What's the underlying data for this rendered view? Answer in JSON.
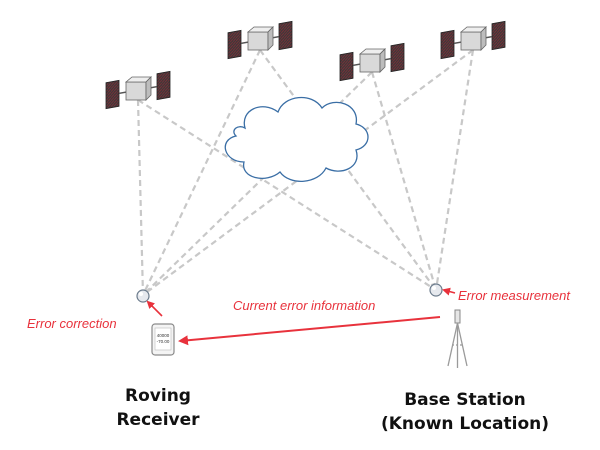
{
  "labels": {
    "error_correction": "Error correction",
    "current_error_information": "Current error information",
    "error_measurement": "Error measurement",
    "roving_line1": "Roving",
    "roving_line2": "Receiver",
    "base_line1": "Base Station",
    "base_line2": "(Known Location)"
  },
  "device_screen": {
    "line1": "40000",
    "line2": "-70.00"
  },
  "colors": {
    "annotation": "#e8323c",
    "link": "#c8c8c8",
    "cloud_stroke": "#3a6ea5",
    "panel": "#333333",
    "body": "#d9d9d9"
  },
  "icons": {
    "satellite": "satellite-icon",
    "cloud": "cloud-icon",
    "antenna": "antenna-icon",
    "receiver": "gps-device-icon",
    "tripod": "tripod-icon"
  }
}
